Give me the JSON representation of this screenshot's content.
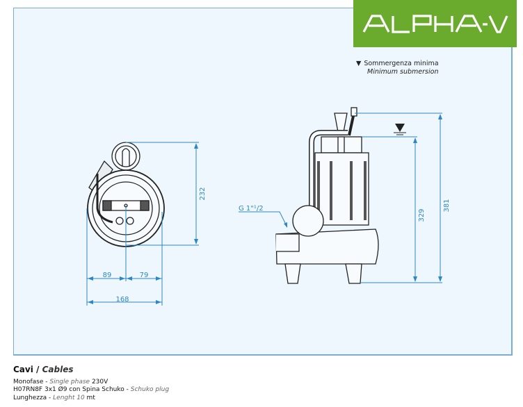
{
  "brand": {
    "logo_text": "ALPHA-V",
    "color": "#6aab2e"
  },
  "legend": {
    "it": "Sommergenza minima",
    "en": "Minimum submersion",
    "icon": "water-level-icon"
  },
  "dimensions": {
    "front_height": "232",
    "front_left": "89",
    "front_right": "79",
    "front_total_width": "168",
    "side_min_submersion": "329",
    "side_total_height": "381",
    "outlet_thread": "G 1\"¹/2"
  },
  "cables": {
    "title_it": "Cavi",
    "title_sep": " / ",
    "title_en": "Cables",
    "rows": [
      {
        "it": "Monofase",
        "sep": " - ",
        "en": "Single phase",
        "tail": " 230V"
      },
      {
        "it": "H07RN8F 3x1 Ø9 con Spina Schuko",
        "sep": " - ",
        "en": "Schuko plug",
        "tail": ""
      },
      {
        "it": "Lunghezza",
        "sep": " - ",
        "en": "Lenght 10",
        "tail": " mt"
      }
    ]
  }
}
